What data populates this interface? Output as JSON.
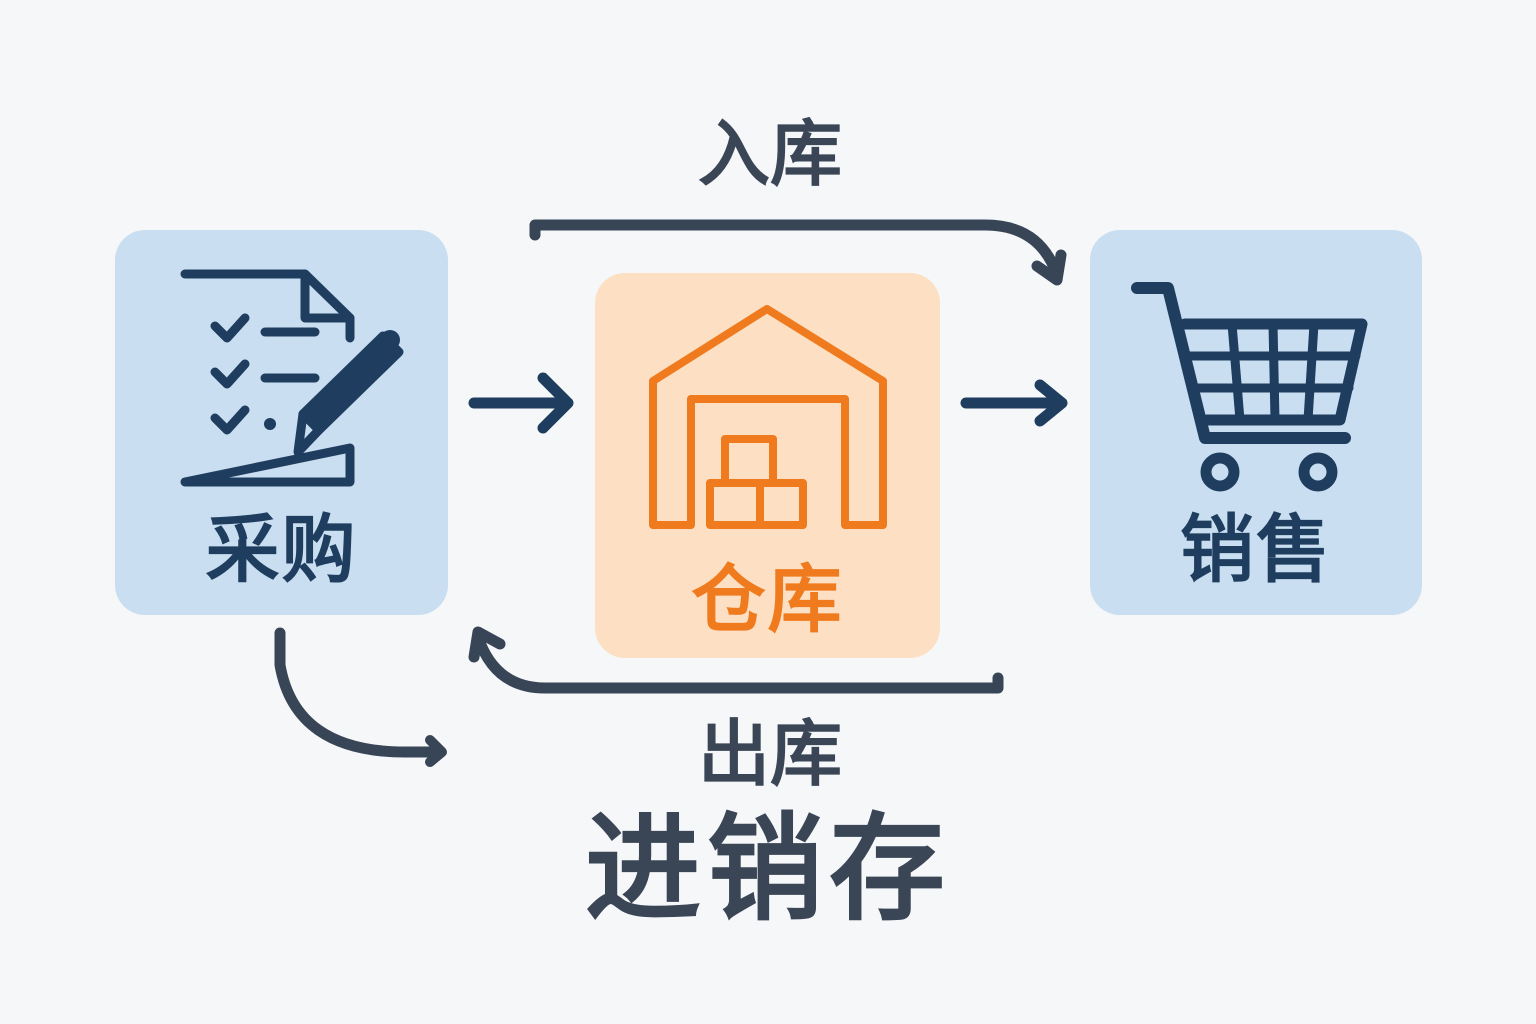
{
  "title": "进销存",
  "flow": {
    "inbound_label": "入库",
    "outbound_label": "出库"
  },
  "nodes": {
    "purchase": {
      "label": "采购",
      "icon": "checklist-document-pencil-icon"
    },
    "warehouse": {
      "label": "仓库",
      "icon": "warehouse-boxes-icon"
    },
    "sales": {
      "label": "销售",
      "icon": "shopping-cart-icon"
    }
  },
  "colors": {
    "background": "#f6f7f9",
    "blue_card": "#c9def0",
    "orange_card": "#fde0c4",
    "navy": "#1f3d5e",
    "orange": "#f07a1e",
    "arrow_dark": "#374556",
    "text_dark": "#3a4656"
  }
}
